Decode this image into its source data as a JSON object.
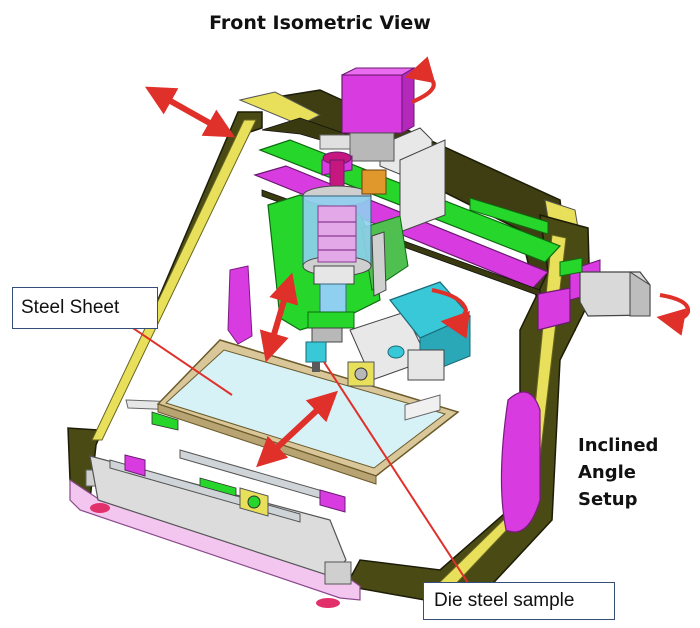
{
  "title": "Front Isometric View",
  "callouts": {
    "steel_sheet": "Steel Sheet",
    "die_steel_sample": "Die steel sample"
  },
  "side_note": {
    "line1": "Inclined",
    "line2": "Angle",
    "line3": "Setup"
  },
  "colors": {
    "frame": "#4a4a14",
    "frame_edge": "#e8e05a",
    "gantry": "#26d62a",
    "motor": "#d83ce0",
    "spindle_housing": "#8fd0f0",
    "plate": "#d6f2f7",
    "cyan_motor": "#38c8d8",
    "arrow": "#e0302a",
    "callout_border": "#34507a"
  },
  "icons": [
    "double-arrow-icon",
    "rotation-arrow-icon"
  ]
}
